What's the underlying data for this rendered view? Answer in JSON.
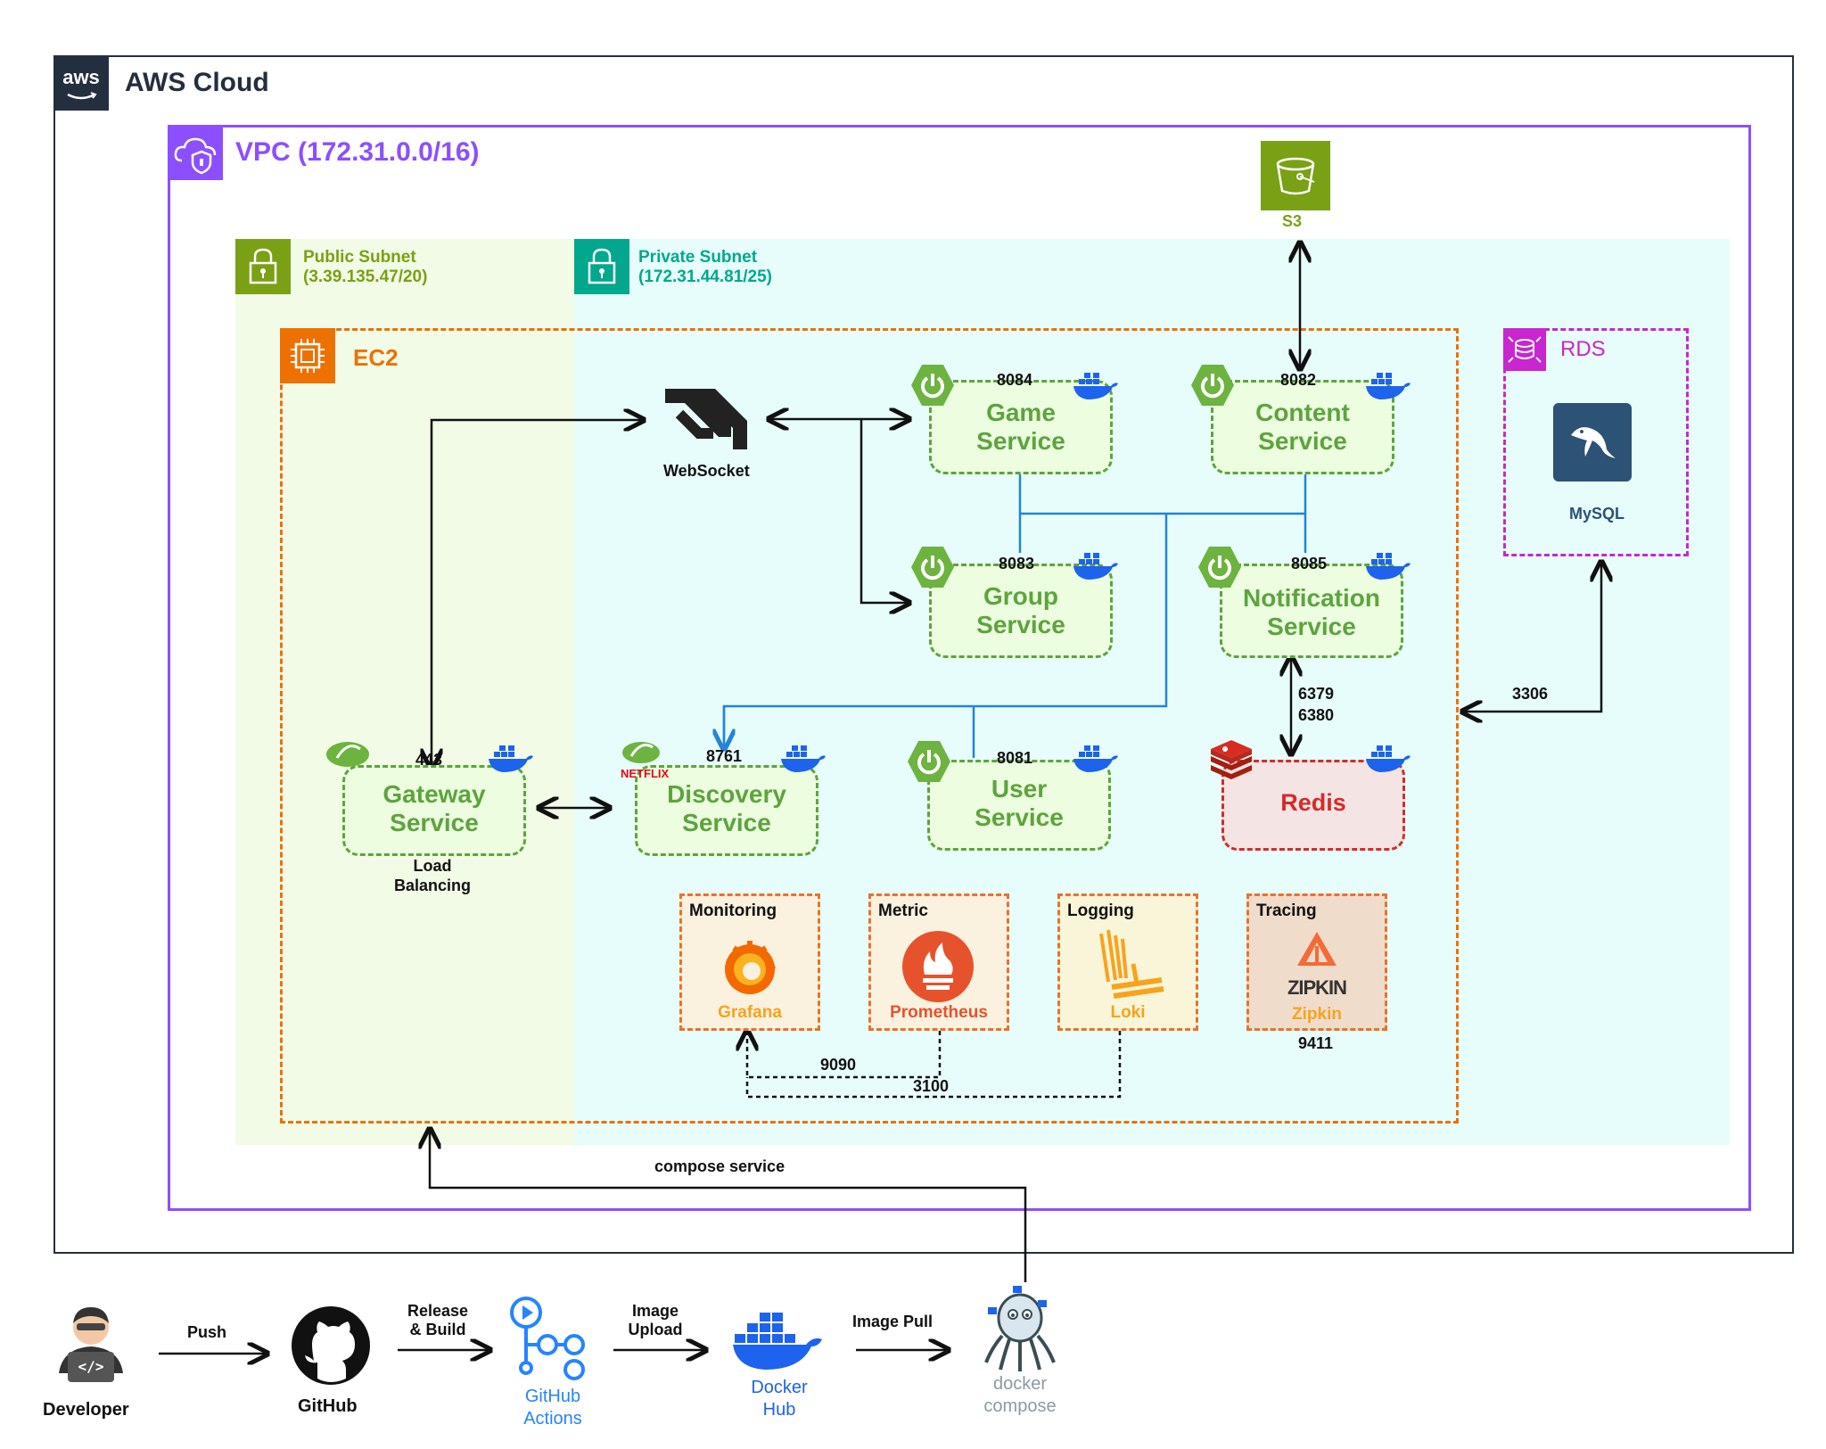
{
  "aws": {
    "label": "AWS Cloud",
    "logo_text": "aws"
  },
  "vpc": {
    "label": "VPC (172.31.0.0/16)"
  },
  "public_subnet": {
    "line1": "Public Subnet",
    "line2": "(3.39.135.47/20)"
  },
  "private_subnet": {
    "line1": "Private Subnet",
    "line2": "(172.31.44.81/25)"
  },
  "ec2": {
    "label": "EC2"
  },
  "s3": {
    "label": "S3"
  },
  "rds": {
    "label": "RDS",
    "db": "MySQL"
  },
  "websocket": {
    "label": "WebSocket"
  },
  "services": {
    "game": {
      "name": "Game\nService",
      "port": "8084"
    },
    "content": {
      "name": "Content\nService",
      "port": "8082"
    },
    "group": {
      "name": "Group\nService",
      "port": "8083"
    },
    "notification": {
      "name": "Notification\nService",
      "port": "8085"
    },
    "gateway": {
      "name": "Gateway\nService",
      "port": "443",
      "note": "Load\nBalancing"
    },
    "discovery": {
      "name": "Discovery\nService",
      "port": "8761",
      "netflix": "NETFLIX"
    },
    "user": {
      "name": "User\nService",
      "port": "8081"
    },
    "redis": {
      "name": "Redis",
      "ports": "6379\n6380"
    }
  },
  "observability": {
    "grafana": {
      "title": "Monitoring",
      "name": "Grafana"
    },
    "prometheus": {
      "title": "Metric",
      "name": "Prometheus"
    },
    "loki": {
      "title": "Logging",
      "name": "Loki"
    },
    "zipkin": {
      "title": "Tracing",
      "name": "Zipkin",
      "logo": "ZIPKIN",
      "port": "9411"
    },
    "port_9090": "9090",
    "port_3100": "3100"
  },
  "mysql_port": "3306",
  "compose_label": "compose service",
  "pipeline": {
    "developer": "Developer",
    "push": "Push",
    "github": "GitHub",
    "release": "Release\n& Build",
    "actions": "GitHub\nActions",
    "upload": "Image\nUpload",
    "dockerhub": "Docker\nHub",
    "pull": "Image Pull",
    "compose": "docker\ncompose"
  },
  "colors": {
    "aws_border": "#232f3e",
    "vpc": "#8c4fff",
    "public": "#7aa116",
    "private": "#01a88d",
    "ec2": "#ed7100",
    "service_green": "#5da43d",
    "rds": "#c925d1",
    "redis": "#d42b2b",
    "docker_blue": "#1d63ed",
    "link_blue": "#2384d8"
  }
}
